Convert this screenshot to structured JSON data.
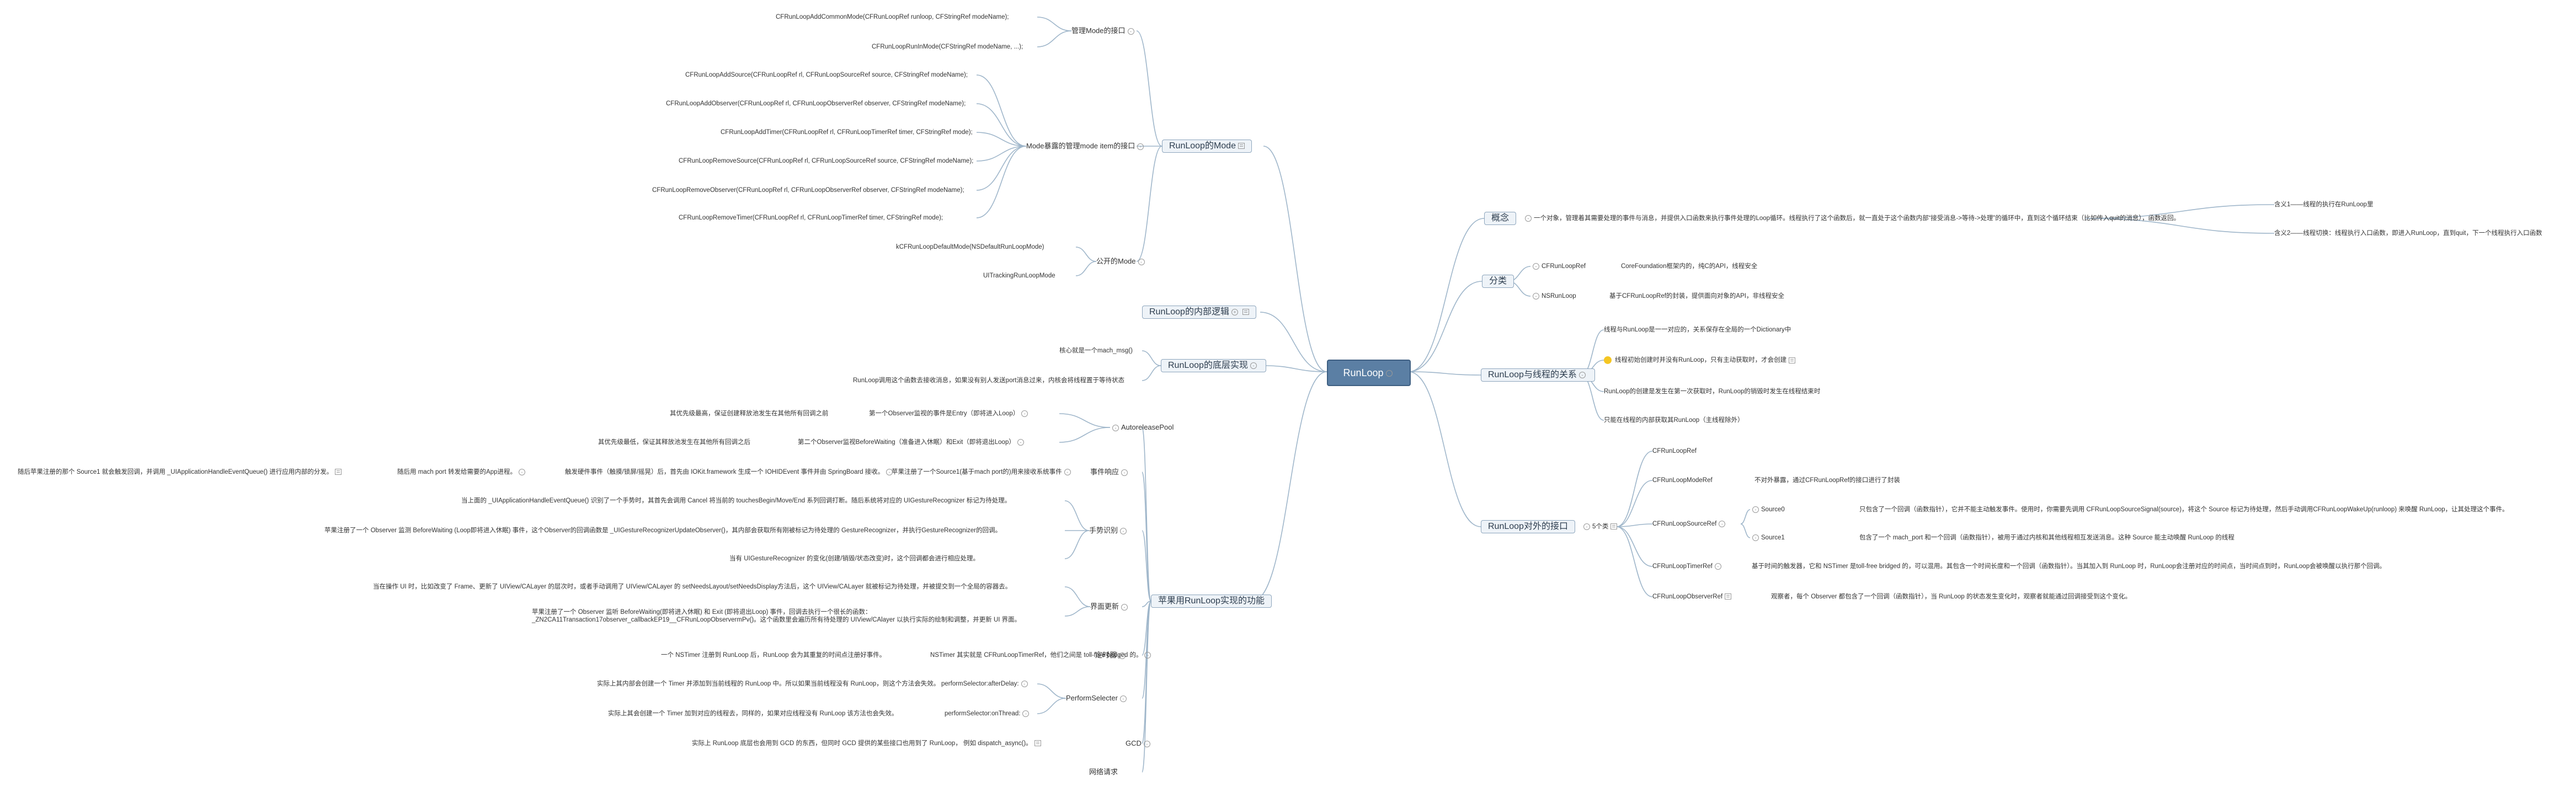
{
  "root": "RunLoop",
  "branches": {
    "concept": {
      "label": "概念",
      "text": "一个对象，管理着其需要处理的事件与消息，并提供入口函数来执行事件处理的Loop循环。线程执行了这个函数后，就一直处于这个函数内部“接受消息->等待->处理”的循环中，直到这个循环结束（比如传入quit的消息），函数返回。",
      "meaning1": "含义1——线程的执行在RunLoop里",
      "meaning2": "含义2——线程切换：线程执行入口函数，即进入RunLoop，直到quit，下一个线程执行入口函数"
    },
    "classify": {
      "label": "分类",
      "cf_name": "CFRunLoopRef",
      "cf_desc": "CoreFoundation框架内的，纯C的API，线程安全",
      "ns_name": "NSRunLoop",
      "ns_desc": "基于CFRunLoopRef的封装，提供面向对象的API，非线程安全"
    },
    "thread": {
      "label": "RunLoop与线程的关系",
      "items": [
        "线程与RunLoop是一一对应的，关系保存在全局的一个Dictionary中",
        "线程初始创建时并没有RunLoop，只有主动获取时，才会创建",
        "RunLoop的创建是发生在第一次获取时，RunLoop的销毁时发生在线程结束时",
        "只能在线程的内部获取其RunLoop（主线程除外）"
      ]
    },
    "ifaces": {
      "label": "RunLoop对外的接口",
      "count": "5个类",
      "items": [
        {
          "name": "CFRunLoopRef",
          "desc": ""
        },
        {
          "name": "CFRunLoopModeRef",
          "desc": "不对外暴露，通过CFRunLoopRef的接口进行了封装"
        },
        {
          "name": "CFRunLoopSourceRef",
          "desc": ""
        },
        {
          "name": "CFRunLoopTimerRef",
          "desc": "基于时间的触发器，它和 NSTimer 是toll-free bridged 的，可以混用。其包含一个时间长度和一个回调（函数指针）。当其加入到 RunLoop 时，RunLoop会注册对应的时间点，当时间点到时，RunLoop会被唤醒以执行那个回调。"
        },
        {
          "name": "CFRunLoopObserverRef",
          "desc": "观察者，每个 Observer 都包含了一个回调（函数指针），当 RunLoop 的状态发生变化时，观察者就能通过回调接受到这个变化。"
        }
      ],
      "source0_name": "Source0",
      "source0_desc": "只包含了一个回调（函数指针），它并不能主动触发事件。使用时，你需要先调用 CFRunLoopSourceSignal(source)，将这个 Source 标记为待处理，然后手动调用CFRunLoopWakeUp(runloop) 来唤醒 RunLoop，让其处理这个事件。",
      "source1_name": "Source1",
      "source1_desc": "包含了一个 mach_port 和一个回调（函数指针），被用于通过内核和其他线程相互发送消息。这种 Source 能主动唤醒 RunLoop 的线程"
    },
    "mode": {
      "label": "RunLoop的Mode",
      "manage": {
        "label": "管理Mode的接口",
        "items": [
          "CFRunLoopAddCommonMode(CFRunLoopRef runloop, CFStringRef modeName);",
          "CFRunLoopRunInMode(CFStringRef modeName, ...);"
        ]
      },
      "expose": {
        "label": "Mode暴露的管理mode item的接口",
        "items": [
          "CFRunLoopAddSource(CFRunLoopRef rl, CFRunLoopSourceRef source, CFStringRef modeName);",
          "CFRunLoopAddObserver(CFRunLoopRef rl, CFRunLoopObserverRef observer, CFStringRef modeName);",
          "CFRunLoopAddTimer(CFRunLoopRef rl, CFRunLoopTimerRef timer, CFStringRef mode);",
          "CFRunLoopRemoveSource(CFRunLoopRef rl, CFRunLoopSourceRef source, CFStringRef modeName);",
          "CFRunLoopRemoveObserver(CFRunLoopRef rl, CFRunLoopObserverRef observer, CFStringRef modeName);",
          "CFRunLoopRemoveTimer(CFRunLoopRef rl, CFRunLoopTimerRef timer, CFStringRef mode);"
        ]
      },
      "pub": {
        "label": "公开的Mode",
        "items": [
          "kCFRunLoopDefaultMode(NSDefaultRunLoopMode)",
          "UITrackingRunLoopMode"
        ]
      }
    },
    "internal": {
      "label": "RunLoop的内部逻辑"
    },
    "impl": {
      "label": "RunLoop的底层实现",
      "items": [
        "核心就是一个mach_msg()",
        "RunLoop调用这个函数去接收消息，如果没有别人发送port消息过来，内核会将线程置于等待状态"
      ]
    },
    "apple": {
      "label": "苹果用RunLoop实现的功能",
      "arp": {
        "label": "AutoreleasePool",
        "o1": "第一个Observer监视的事件是Entry（即将进入Loop）",
        "o1d": "其优先级最高，保证创建释放池发生在其他所有回调之前",
        "o2": "第二个Observer监视BeforeWaiting（准备进入休眠）和Exit（即将退出Loop）",
        "o2d": "其优先级最低，保证其释放池发生在其他所有回调之后"
      },
      "event": {
        "label": "事件响应",
        "s1": "苹果注册了一个Source1(基于mach port的)用来接收系统事件",
        "s1d": "触发硬件事件（触摸/锁屏/摇晃）后，首先由 IOKit.framework 生成一个 IOHIDEvent 事件并由 SpringBoard 接收。",
        "s2": "随后用 mach port 转发给需要的App进程。",
        "s3": "随后苹果注册的那个 Source1 就会触发回调，并调用 _UIApplicationHandleEventQueue() 进行应用内部的分发。"
      },
      "gesture": {
        "label": "手势识别",
        "a": "当上面的 _UIApplicationHandleEventQueue() 识别了一个手势时，其首先会调用 Cancel 将当前的 touchesBegin/Move/End 系列回调打断。随后系统将对应的 UIGestureRecognizer 标记为待处理。",
        "b": "苹果注册了一个 Observer 监测 BeforeWaiting (Loop即将进入休眠) 事件，这个Observer的回调函数是 _UIGestureRecognizerUpdateObserver()，其内部会获取所有刚被标记为待处理的 GestureRecognizer，并执行GestureRecognizer的回调。",
        "c": "当有 UIGestureRecognizer 的变化(创建/销毁/状态改变)时，这个回调都会进行相应处理。"
      },
      "ui": {
        "label": "界面更新",
        "a": "当在操作 UI 时，比如改变了 Frame、更新了 UIView/CALayer 的层次时，或者手动调用了 UIView/CALayer 的 setNeedsLayout/setNeedsDisplay方法后，这个 UIView/CALayer 就被标记为待处理，并被提交到一个全局的容器去。",
        "b1": "苹果注册了一个 Observer 监听 BeforeWaiting(即将进入休眠) 和 Exit (即将退出Loop) 事件，回调去执行一个很长的函数：",
        "b2": "_ZN2CA11Transaction17observer_callbackEP19__CFRunLoopObservermPv()。这个函数里会遍历所有待处理的 UIView/CAlayer 以执行实际的绘制和调整，并更新 UI 界面。"
      },
      "timer": {
        "label": "定时器",
        "a": "NSTimer 其实就是 CFRunLoopTimerRef，他们之间是 toll-free bridged 的。",
        "b": "一个 NSTimer 注册到 RunLoop 后，RunLoop 会为其重复的时间点注册好事件。"
      },
      "perform": {
        "label": "PerformSelecter",
        "a": "performSelector:afterDelay:",
        "ad": "实际上其内部会创建一个 Timer 并添加到当前线程的 RunLoop 中。所以如果当前线程没有 RunLoop，则这个方法会失效。",
        "b": "performSelector:onThread:",
        "bd": "实际上其会创建一个 Timer 加到对应的线程去，同样的，如果对应线程没有 RunLoop 该方法也会失效。"
      },
      "gcd": {
        "label": "GCD",
        "a": "实际上 RunLoop 底层也会用到 GCD 的东西，但同时 GCD 提供的某些接口也用到了 RunLoop， 例如 dispatch_async()。"
      },
      "net": {
        "label": "网络请求"
      }
    }
  }
}
